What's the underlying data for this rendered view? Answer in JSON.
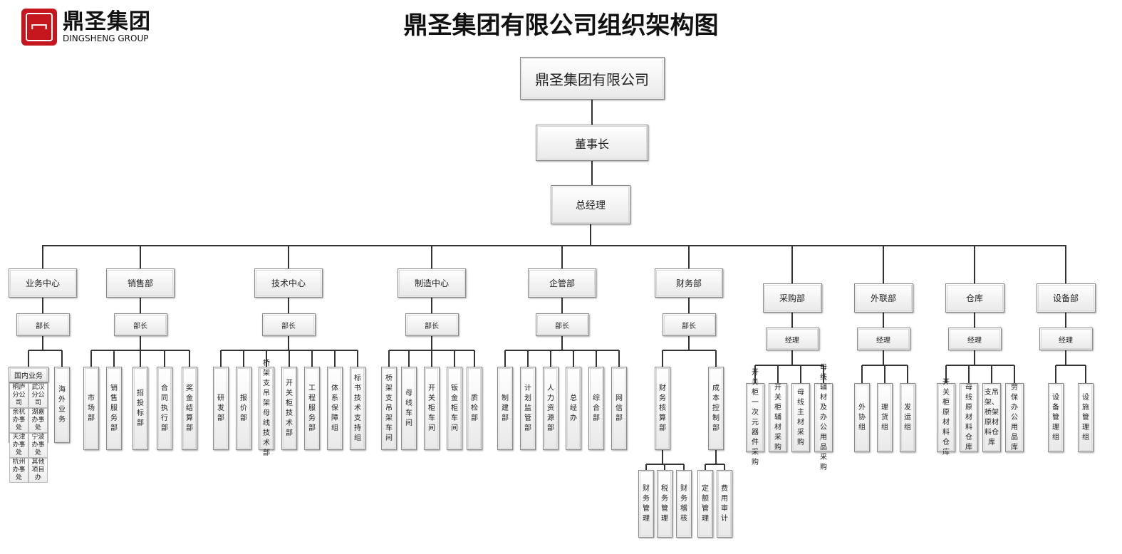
{
  "logo": {
    "cn": "鼎圣集团",
    "en": "DINGSHENG GROUP",
    "brand_color": "#c4161c"
  },
  "title": "鼎圣集团有限公司组织架构图",
  "top": [
    "鼎圣集团有限公司",
    "董事长",
    "总经理"
  ],
  "departments": [
    {
      "name": "业务中心",
      "head": "部长",
      "children": [
        "国内业务",
        "海外业务"
      ],
      "domestic": {
        "title": "国内业务",
        "offices": [
          "桐庐分公司",
          "武汉分公司",
          "余杭办事处",
          "湖嘉办事处",
          "天津办事处",
          "宁波办事处",
          "杭州办事处",
          "其他项目办"
        ]
      }
    },
    {
      "name": "销售部",
      "head": "部长",
      "children": [
        "市场部",
        "销售服务部",
        "招投标部",
        "合同执行部",
        "奖金结算部"
      ]
    },
    {
      "name": "技术中心",
      "head": "部长",
      "children": [
        "研发部",
        "报价部",
        "桥架支吊架母线技术部",
        "开关柜技术部",
        "工程服务部",
        "体系保障组",
        "标书技术支持组"
      ]
    },
    {
      "name": "制造中心",
      "head": "部长",
      "children": [
        "桥架支吊架车间",
        "母线车间",
        "开关柜车间",
        "钣金柜车间",
        "质检部"
      ]
    },
    {
      "name": "企管部",
      "head": "部长",
      "children": [
        "制建部",
        "计划监管部",
        "人力资源部",
        "总经办",
        "综合部",
        "网信部"
      ]
    },
    {
      "name": "财务部",
      "head": "部长",
      "children": [
        "财务核算部",
        "成本控制部"
      ],
      "sub": [
        [
          "财务管理",
          "税务管理",
          "财务稽核"
        ],
        [
          "定额管理",
          "费用审计"
        ]
      ]
    },
    {
      "name": "采购部",
      "head": "经理",
      "children": [
        "开关柜一次元器件采购",
        "开关柜辅材采购",
        "母线主材采购",
        "母线辅材及办公用品采购"
      ]
    },
    {
      "name": "外联部",
      "head": "经理",
      "children": [
        "外协组",
        "理货组",
        "发运组"
      ]
    },
    {
      "name": "仓库",
      "head": "经理",
      "children": [
        "开关柜原材料仓库",
        "母线原材料仓库",
        "支吊架、桥架原材料仓库",
        "劳保办公用品库"
      ]
    },
    {
      "name": "设备部",
      "head": "经理",
      "children": [
        "设备管理组",
        "设施管理组"
      ]
    }
  ]
}
